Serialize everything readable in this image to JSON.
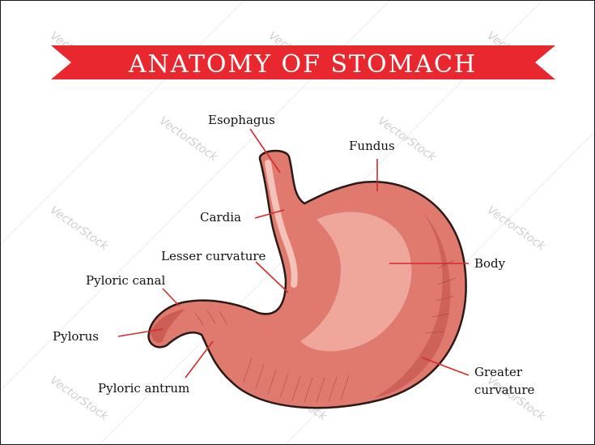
{
  "title": "ANATOMY OF STOMACH",
  "watermark": "VectorStock",
  "labels": {
    "esophagus": "Esophagus",
    "fundus": "Fundus",
    "cardia": "Cardia",
    "lesser_curvature": "Lesser curvature",
    "body": "Body",
    "pyloric_canal": "Pyloric canal",
    "pylorus": "Pylorus",
    "pyloric_antrum": "Pyloric antrum",
    "greater_curvature_line1": "Greater",
    "greater_curvature_line2": "curvature"
  },
  "colors": {
    "banner": "#e8282e",
    "leader": "#d42a2a",
    "stomach_fill": "#e07a6f",
    "stomach_light": "#f2b3a8",
    "stomach_dark": "#c2514a",
    "outline": "#2a1a18"
  }
}
